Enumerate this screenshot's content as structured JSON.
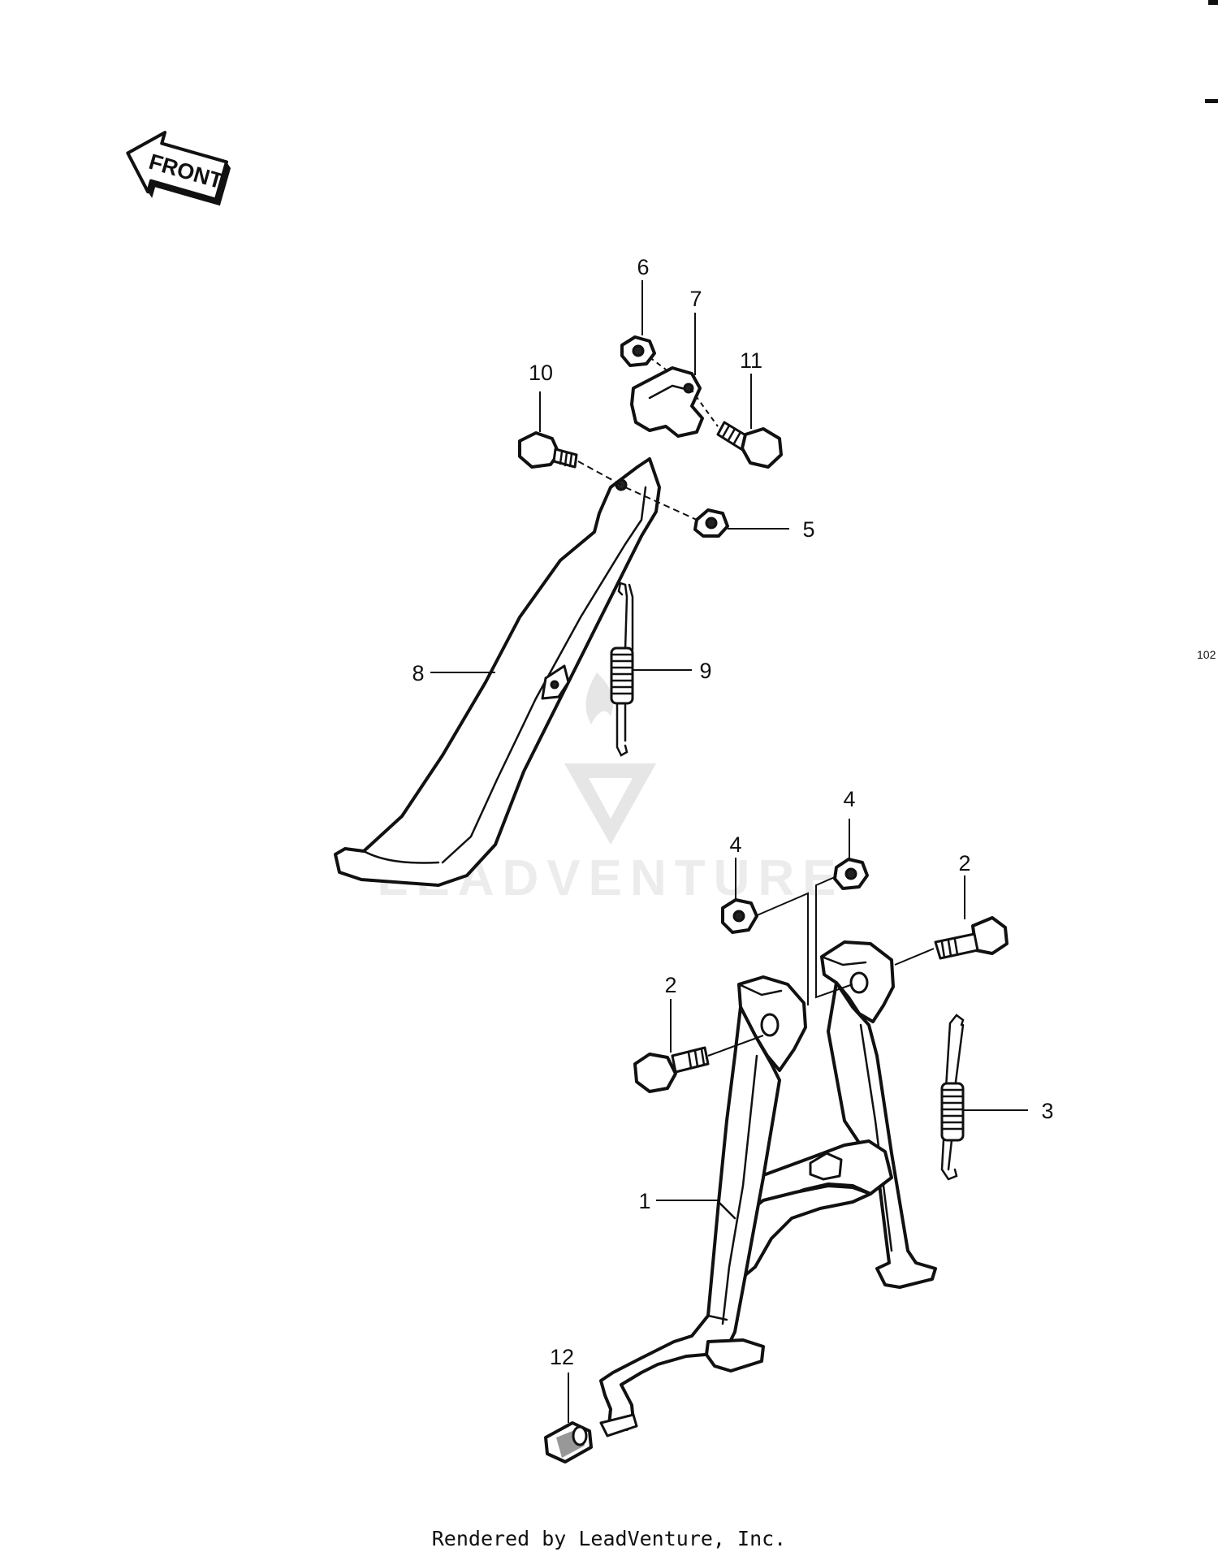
{
  "front_arrow": {
    "label": "FRONT"
  },
  "side_code": "102",
  "watermark": {
    "text": "LEADVENTURE"
  },
  "footer": "Rendered by LeadVenture, Inc.",
  "callouts": [
    {
      "id": "1",
      "part": "center-stand"
    },
    {
      "id": "2",
      "part": "center-stand-bolt-rear"
    },
    {
      "id": "2",
      "part": "center-stand-bolt-front"
    },
    {
      "id": "3",
      "part": "center-stand-spring"
    },
    {
      "id": "4",
      "part": "center-stand-nut-left"
    },
    {
      "id": "4",
      "part": "center-stand-nut-right"
    },
    {
      "id": "5",
      "part": "side-stand-nut"
    },
    {
      "id": "6",
      "part": "bracket-nut"
    },
    {
      "id": "7",
      "part": "side-stand-bracket"
    },
    {
      "id": "8",
      "part": "side-stand"
    },
    {
      "id": "9",
      "part": "side-stand-spring"
    },
    {
      "id": "10",
      "part": "side-stand-bolt"
    },
    {
      "id": "11",
      "part": "bracket-bolt"
    },
    {
      "id": "12",
      "part": "stand-pedal-cap"
    }
  ]
}
